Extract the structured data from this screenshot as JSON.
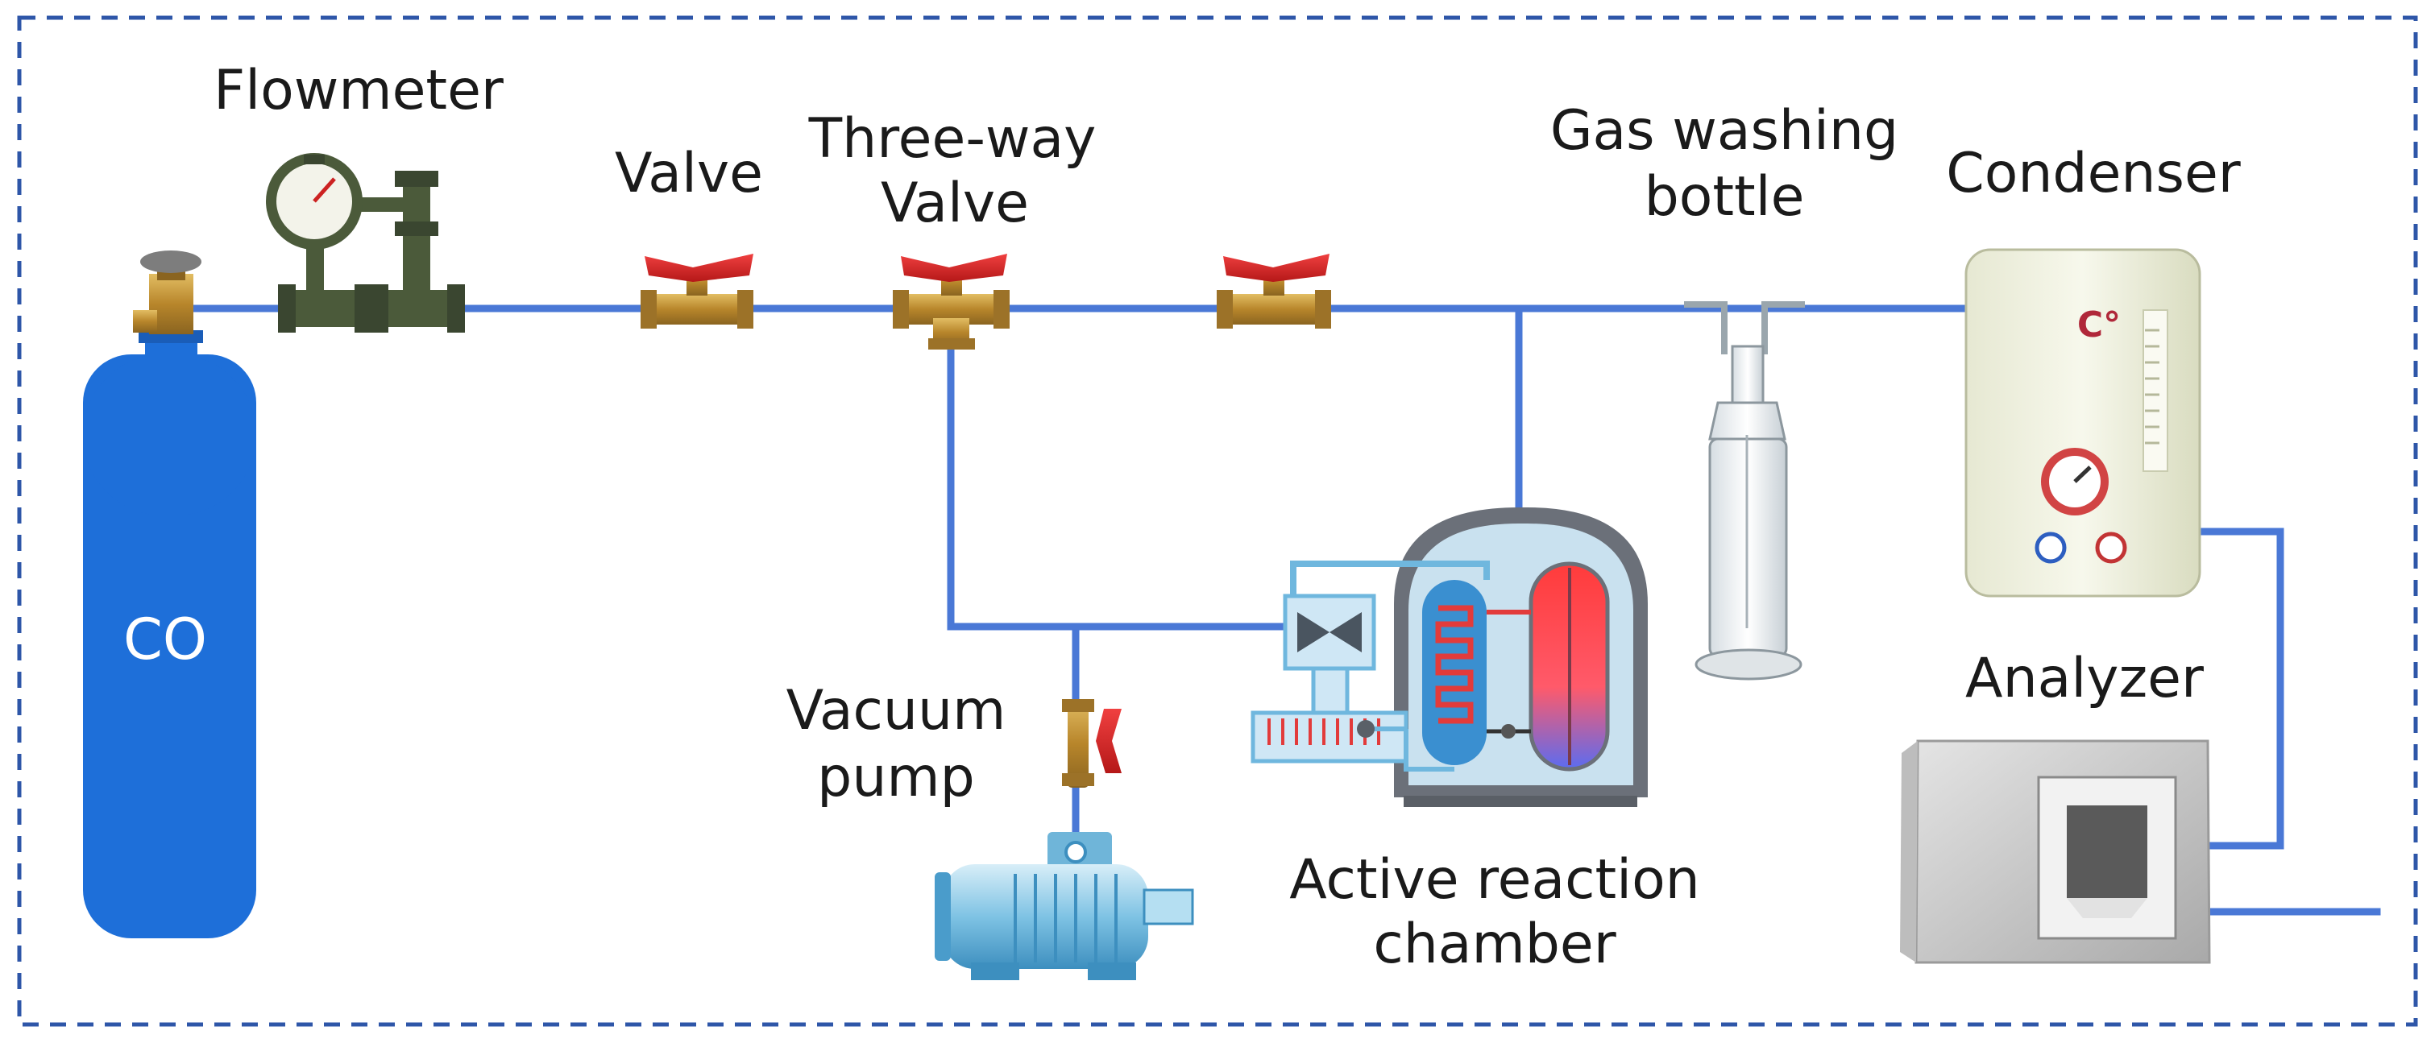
{
  "labels": {
    "cylinder": "CO",
    "flowmeter": "Flowmeter",
    "valve": "Valve",
    "three_way_1": "Three-way",
    "three_way_2": "Valve",
    "gas_washing_1": "Gas washing",
    "gas_washing_2": "bottle",
    "condenser": "Condenser",
    "analyzer": "Analyzer",
    "vacuum_1": "Vacuum",
    "vacuum_2": "pump",
    "chamber_1": "Active reaction",
    "chamber_2": "chamber",
    "condenser_unit": "C°"
  },
  "colors": {
    "border": "#2e56a8",
    "pipe": "#4a78d6",
    "cylinder": "#1e6fd9",
    "valve_handle": "#d62828",
    "brass": "#c79a3a",
    "flowmeter": "#4b5a3a"
  },
  "icons": [
    "gas-cylinder-icon",
    "flowmeter-icon",
    "valve-icon",
    "three-way-valve-icon",
    "gas-washing-bottle-icon",
    "condenser-icon",
    "analyzer-icon",
    "vacuum-pump-icon",
    "reaction-chamber-icon"
  ]
}
